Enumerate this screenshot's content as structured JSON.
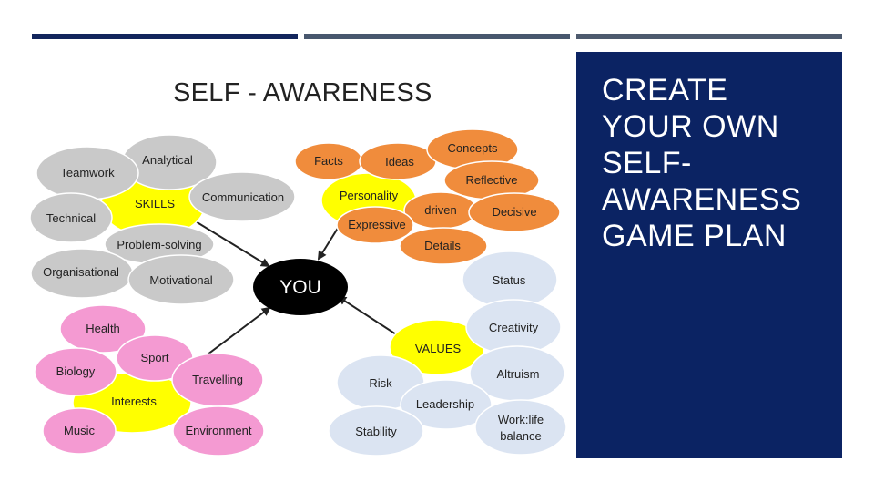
{
  "slide_title": "CREATE YOUR OWN SELF-AWARENESS GAME PLAN",
  "slide_title_display": "CREATE\nYOUR OWN\nSELF-\nAWARENESS\nGAME PLAN",
  "colors": {
    "bar_1": "#12255c",
    "bar_2": "#48576e",
    "bar_3": "#4d5a6e",
    "panel": "#0b2363",
    "grey_bubble": "#c9c9c9",
    "yellow_bubble": "#ffff00",
    "orange_bubble": "#f08c3c",
    "blue_bubble": "#dbe4f2",
    "pink_bubble": "#f49ad2",
    "center_bubble": "#000000"
  },
  "diagram": {
    "title": "SELF - AWARENESS",
    "center": "YOU",
    "skills": {
      "hub": "SKILLS",
      "items": [
        "Analytical",
        "Teamwork",
        "Communication",
        "Technical",
        "Problem-solving",
        "Organisational",
        "Motivational"
      ]
    },
    "personality": {
      "hub": "Personality",
      "items": [
        "Facts",
        "Ideas",
        "Concepts",
        "Reflective",
        "driven",
        "Decisive",
        "Expressive",
        "Details"
      ]
    },
    "interests": {
      "hub": "Interests",
      "items": [
        "Health",
        "Sport",
        "Biology",
        "Travelling",
        "Music",
        "Environment"
      ]
    },
    "values": {
      "hub": "VALUES",
      "items": [
        "Status",
        "Creativity",
        "Altruism",
        "Risk",
        "Leadership",
        "Stability",
        "Work:life",
        "balance"
      ]
    }
  }
}
